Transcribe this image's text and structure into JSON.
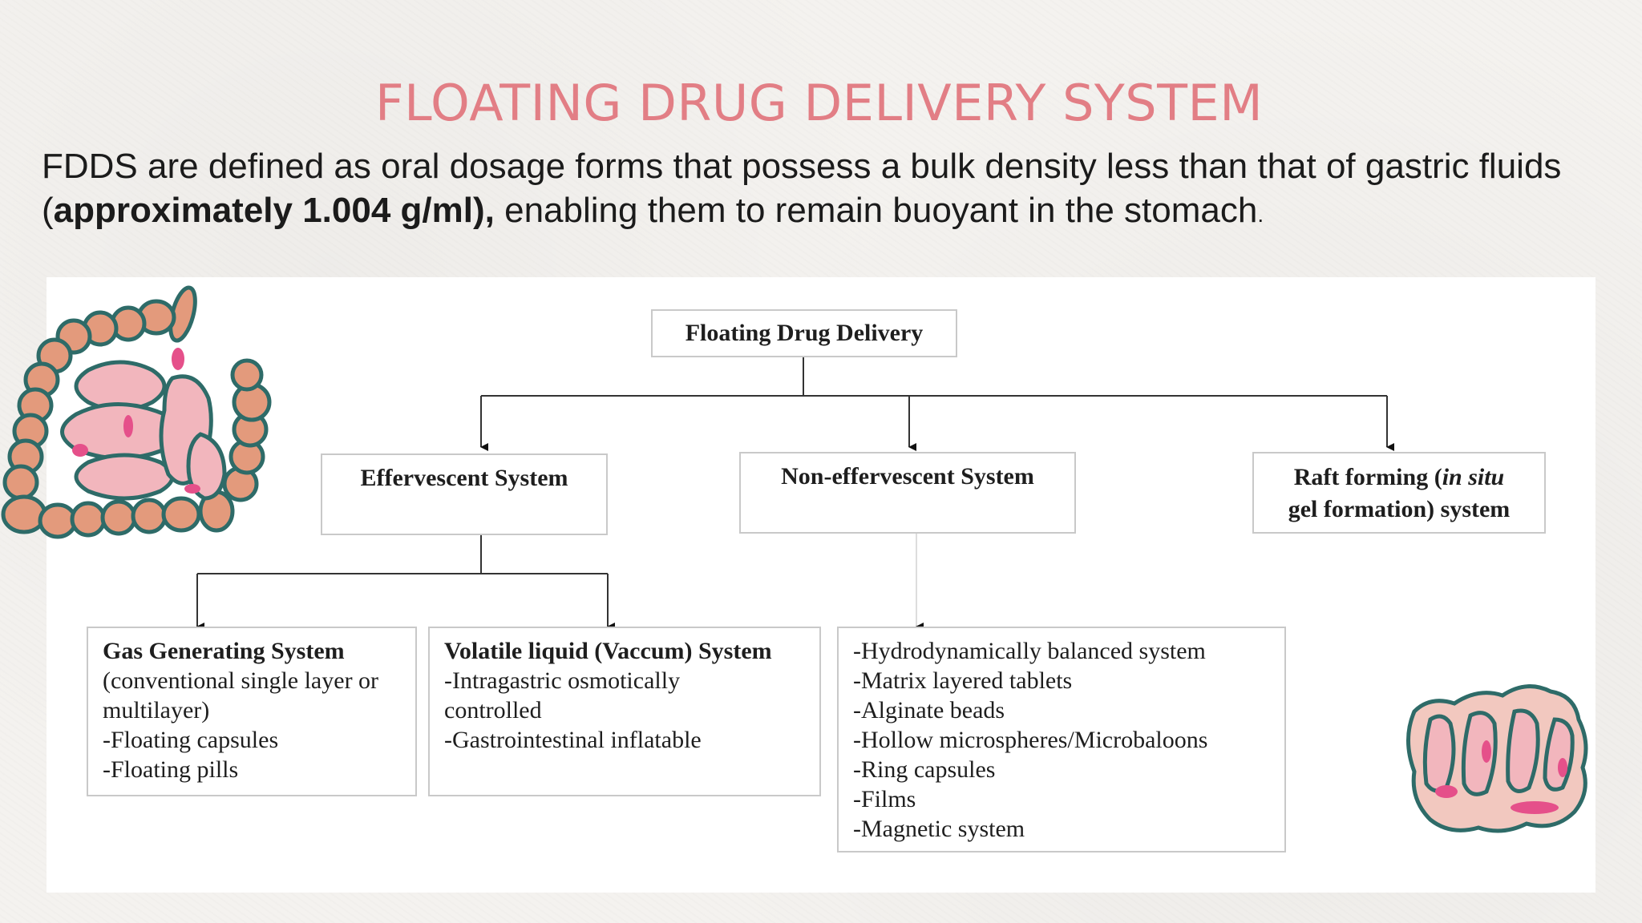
{
  "slide": {
    "title": "FLOATING DRUG DELIVERY SYSTEM",
    "intro": {
      "part1": "FDDS are defined as oral dosage forms that possess a bulk density less than that of gastric fluids (",
      "bold": "approximately 1.004 g/ml),",
      "part2": " enabling them to remain buoyant in the stomach",
      "end": "."
    }
  },
  "diagram": {
    "root": "Floating Drug Delivery",
    "effervescent": "Effervescent System",
    "non_effervescent": "Non-effervescent System",
    "raft": {
      "line1_a": "Raft forming (",
      "line1_italic": "in situ",
      "line2": "gel formation) system"
    },
    "gas_generating": {
      "title": "Gas Generating System",
      "lines": [
        "(conventional single layer or",
        "multilayer)",
        "-Floating capsules",
        "-Floating pills"
      ]
    },
    "volatile_liquid": {
      "title": "Volatile liquid (Vaccum) System",
      "lines": [
        "-Intragastric osmotically",
        "controlled",
        "-Gastrointestinal inflatable"
      ]
    },
    "non_eff_items": {
      "lines": [
        "-Hydrodynamically balanced system",
        "-Matrix layered tablets",
        "-Alginate beads",
        "-Hollow microspheres/Microbaloons",
        "-Ring capsules",
        "-Films",
        "-Magnetic system"
      ]
    }
  },
  "colors": {
    "title": "#e27e85",
    "gut_outline": "#2e6b68",
    "gut_orange": "#e39a7c",
    "gut_pink": "#f2b6bd",
    "gut_magenta": "#e5508a"
  }
}
